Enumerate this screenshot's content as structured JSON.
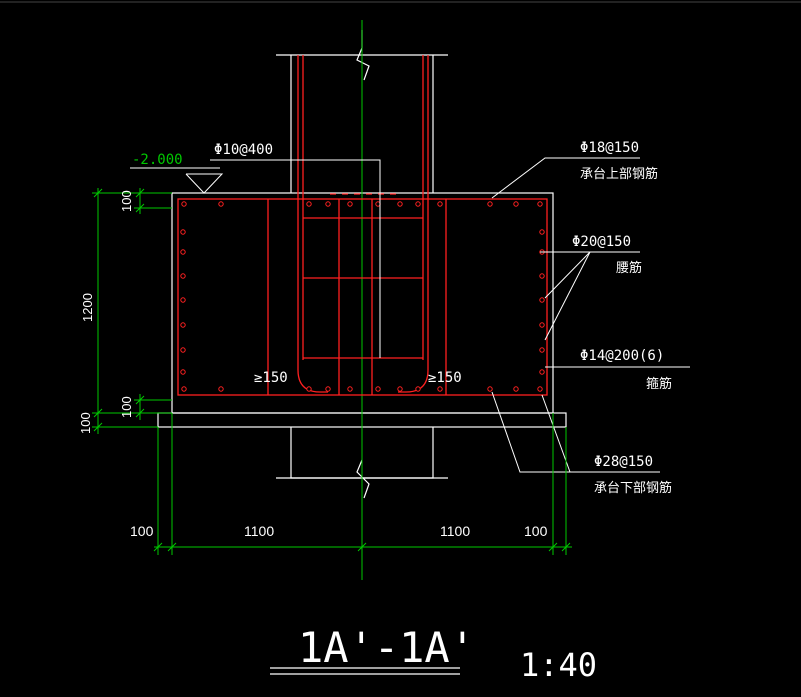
{
  "colors": {
    "background": "#000000",
    "concrete": "#ffffff",
    "rebar": "#ff2020",
    "dimension": "#00c800",
    "leader": "#ffffff",
    "text": "#ffffff",
    "titlebar": "#ffffff"
  },
  "labels": {
    "elevation": "-2.000",
    "dowel": "Φ10@400",
    "top_bar": "Φ18@150",
    "top_bar_note": "承台上部钢筋",
    "waist_bar": "Φ20@150",
    "waist_bar_note": "腰筋",
    "stirrup": "Φ14@200(6)",
    "stirrup_note": "箍筋",
    "bottom_bar": "Φ28@150",
    "bottom_bar_note": "承台下部钢筋",
    "anchor_left": "≥150",
    "anchor_right": "≥150"
  },
  "dimensions": {
    "vertical_top_cover": "100",
    "vertical_height": "1200",
    "vertical_bottom_cover": "100",
    "vertical_cushion": "100",
    "horizontal_left_edge": "100",
    "horizontal_left_half": "1100",
    "horizontal_right_half": "1100",
    "horizontal_right_edge": "100"
  },
  "title": {
    "section": "1A'-1A'",
    "scale": "1:40"
  }
}
